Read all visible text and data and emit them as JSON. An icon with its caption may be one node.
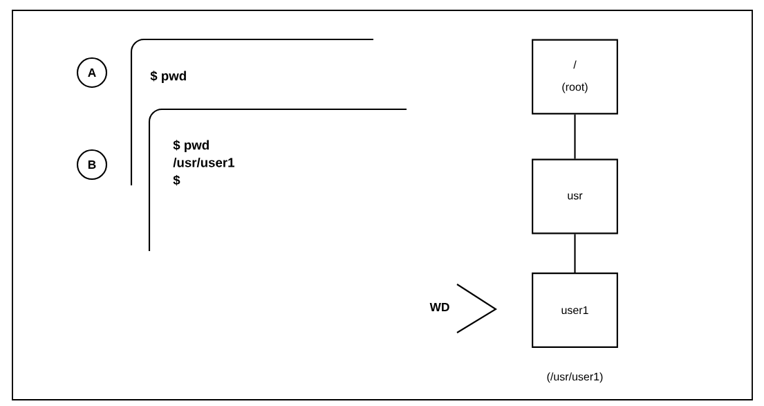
{
  "diagram": {
    "nodes": [
      {
        "text": [
          "A"
        ]
      },
      {
        "text": [
          "$ pwd"
        ]
      },
      {
        "text": [
          "/",
          "(root)"
        ]
      },
      {
        "text": [
          "B"
        ]
      },
      {
        "text": [
          "$ pwd",
          "/usr/user1",
          "$"
        ]
      },
      {
        "text": [
          "usr"
        ]
      },
      {
        "text": [
          "user1"
        ],
        "beside": [
          "(/usr/user1)"
        ]
      }
    ],
    "edges": [
      {
        "from": 2,
        "to": 5,
        "arrow": "none"
      },
      {
        "from": 5,
        "to": 6,
        "arrow": "none"
      }
    ],
    "labels": [
      "WD"
    ]
  }
}
